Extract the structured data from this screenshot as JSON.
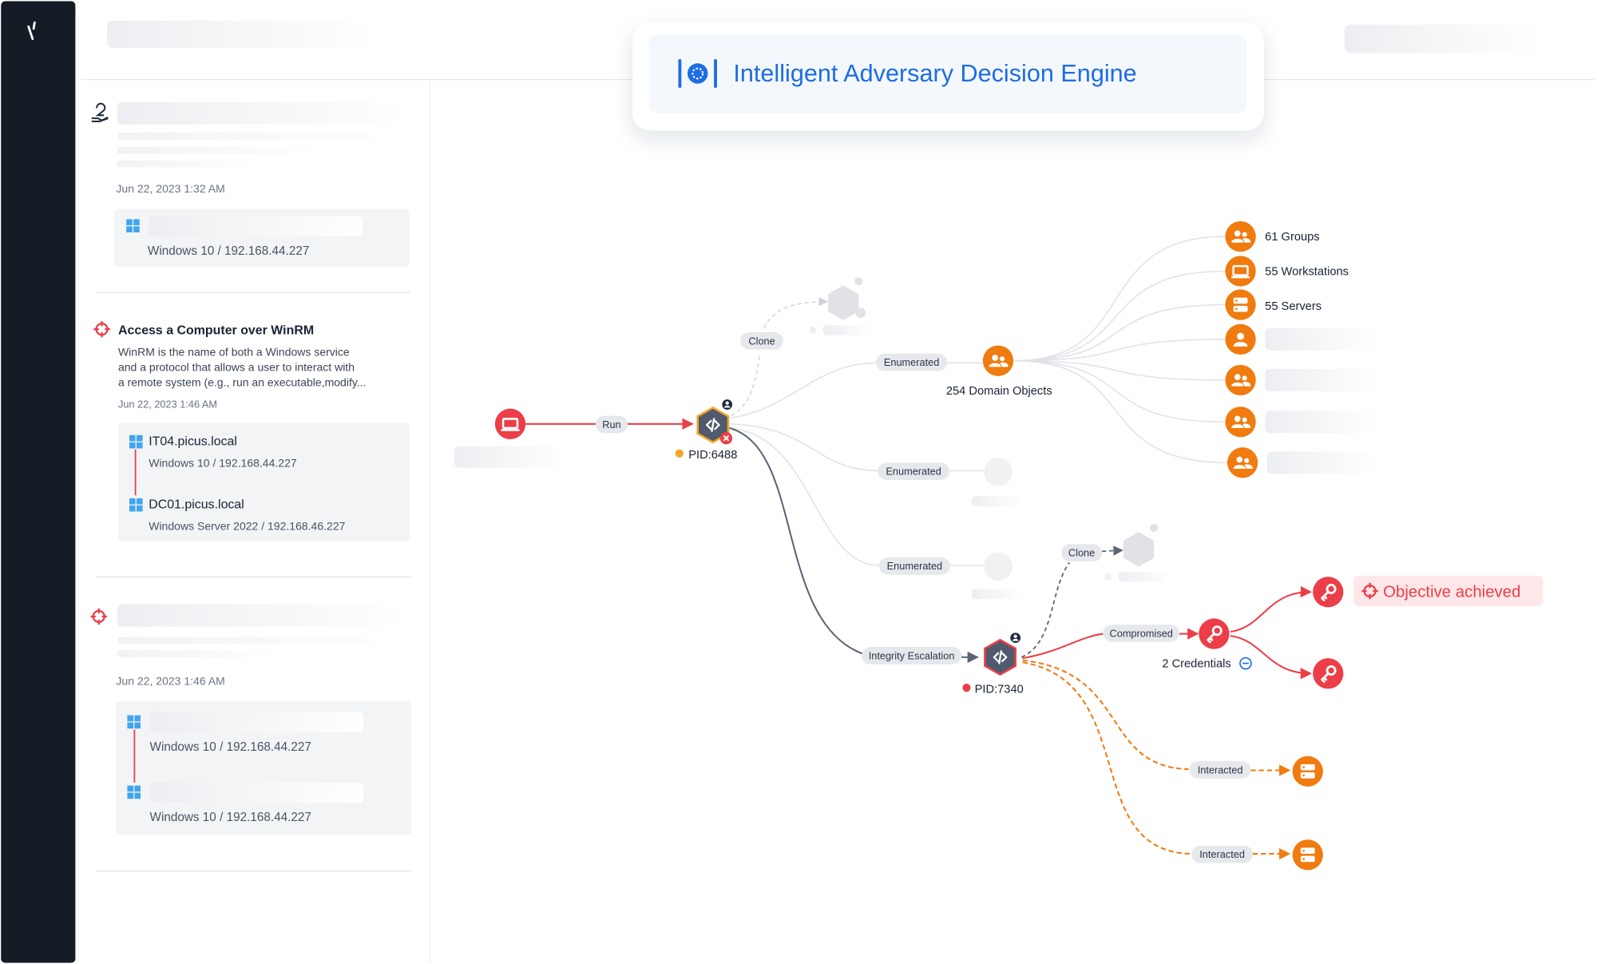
{
  "banner": {
    "title": "Intelligent Adversary Decision Engine"
  },
  "sidebar": {
    "cards": [
      {
        "timestamp": "Jun 22, 2023 1:32 AM",
        "hosts": [
          {
            "os_ip": "Windows 10  / 192.168.44.227"
          }
        ]
      },
      {
        "title": "Access a Computer over WinRM",
        "description_lines": [
          "WinRM is the name of both a Windows service",
          "and a protocol that allows a user to interact with",
          "a remote system (e.g., run an executable,modify..."
        ],
        "timestamp": "Jun 22, 2023 1:46 AM",
        "hosts": [
          {
            "name": "IT04.picus.local",
            "os_ip": "Windows 10  / 192.168.44.227"
          },
          {
            "name": "DC01.picus.local",
            "os_ip": "Windows Server 2022 / 192.168.46.227"
          }
        ]
      },
      {
        "timestamp": "Jun 22, 2023 1:46 AM",
        "hosts": [
          {
            "os_ip": "Windows 10  / 192.168.44.227"
          },
          {
            "os_ip": "Windows 10  / 192.168.44.227"
          }
        ]
      }
    ]
  },
  "graph": {
    "edge_labels": {
      "run": "Run",
      "clone": "Clone",
      "enumerated": "Enumerated",
      "integrity_escalation": "Integrity Escalation",
      "compromised": "Compromised",
      "interacted": "Interacted"
    },
    "process_1": {
      "pid": "PID:6488"
    },
    "process_2": {
      "pid": "PID:7340"
    },
    "domain_objects": {
      "label": "254 Domain Objects"
    },
    "groups": {
      "label": "61 Groups"
    },
    "workstations": {
      "label": "55 Workstations"
    },
    "servers": {
      "label": "55 Servers"
    },
    "credentials": {
      "label": "2 Credentials"
    },
    "objective": {
      "label": "Objective achieved"
    }
  },
  "colors": {
    "sidebar_bg": "#161c26",
    "accent_blue": "#1d6de4",
    "orange": "#f07b0e",
    "red": "#ec3e48",
    "slate": "#5b6477"
  }
}
